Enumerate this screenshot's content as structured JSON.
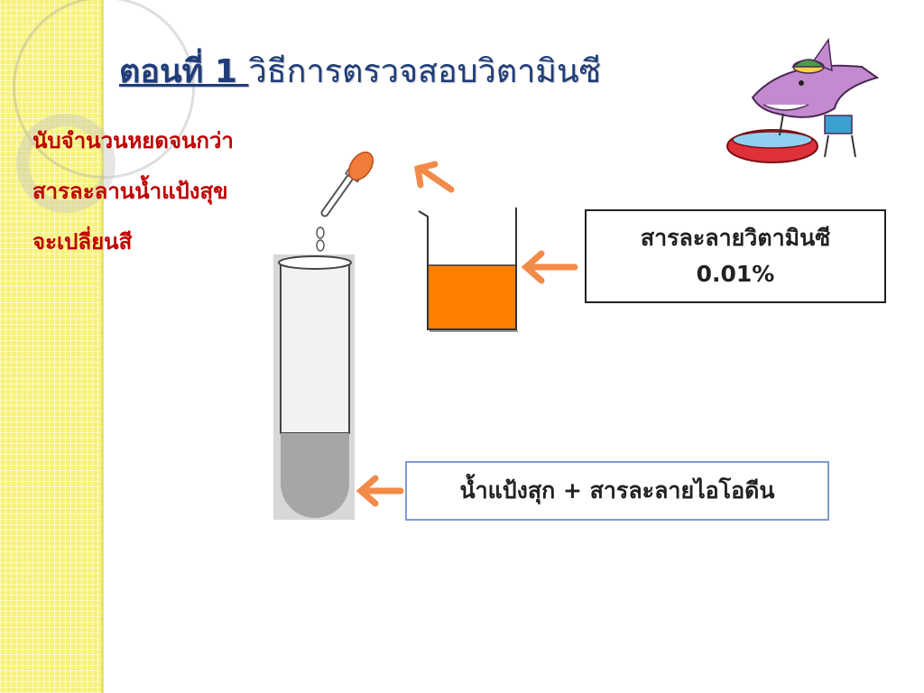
{
  "slide": {
    "title_prefix": "ตอนที่ 1 ",
    "title_text": "วิธีการตรวจสอบวิตามินซี"
  },
  "instructions": [
    "นับจำนวนหยดจนกว่า",
    "สารละลานน้ำแป้งสุข",
    "จะเปลี่ยนสี"
  ],
  "vitamin_c_box": {
    "line1": "สารละลายวิตามินซี",
    "line2": "0.01%"
  },
  "mixture_box": {
    "label": "น้ำแป้งสุก + สารละลายไอโอดีน"
  },
  "colors": {
    "title": "#1f3d7a",
    "instruction_text": "#c00000",
    "arrow": "#f28a4a",
    "beaker_liquid": "#ff8000",
    "tube_liquid": "#a6a6a6",
    "dropper_bulb": "#f07c3a",
    "left_stripe": "#f6f27a"
  },
  "icons": [
    "dropper-icon",
    "beaker-icon",
    "test-tube-icon",
    "arrow-icon",
    "shark-cartoon-icon"
  ]
}
